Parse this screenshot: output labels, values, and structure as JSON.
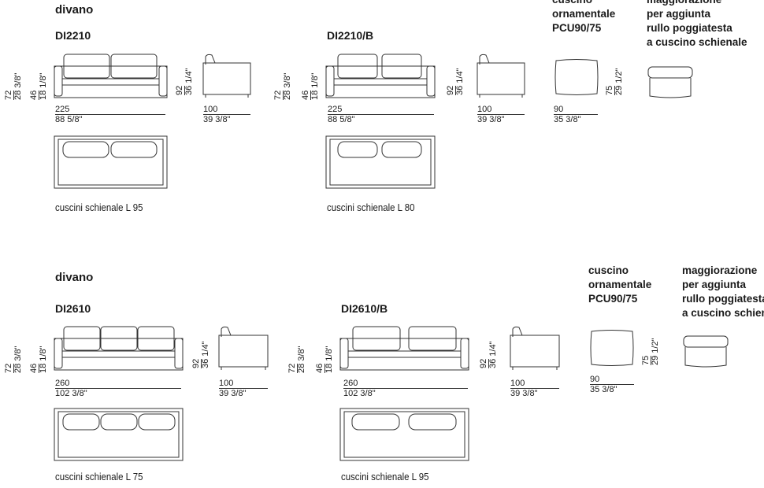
{
  "sections": [
    {
      "heading": "divano",
      "models": [
        {
          "code": "DI2210",
          "front": {
            "h_total_cm": "72",
            "h_total_in": "28 3/8\"",
            "h_seat_cm": "46",
            "h_seat_in": "18 1/8\"",
            "width_cm": "225",
            "width_in": "88 5/8\"",
            "cushions": 2
          },
          "side": {
            "h_cm": "92",
            "h_in": "36 1/4\"",
            "depth_cm": "100",
            "depth_in": "39 3/8\""
          },
          "note": "cuscini schienale L 95"
        },
        {
          "code": "DI2210/B",
          "front": {
            "h_total_cm": "72",
            "h_total_in": "28 3/8\"",
            "h_seat_cm": "46",
            "h_seat_in": "18 1/8\"",
            "width_cm": "225",
            "width_in": "88 5/8\"",
            "cushions": 2
          },
          "side": {
            "h_cm": "92",
            "h_in": "36 1/4\"",
            "depth_cm": "100",
            "depth_in": "39 3/8\""
          },
          "note": "cuscini schienale L 80"
        }
      ],
      "pillow": {
        "title_line1": "cuscino",
        "title_line2": "ornamentale",
        "code": "PCU90/75",
        "h_cm": "75",
        "h_in": "29 1/2\"",
        "w_cm": "90",
        "w_in": "35 3/8\""
      },
      "addon": {
        "line1": "maggiorazione",
        "line2": "per aggiunta",
        "line3": "rullo poggiatesta",
        "line4": "a cuscino schienale"
      }
    },
    {
      "heading": "divano",
      "models": [
        {
          "code": "DI2610",
          "front": {
            "h_total_cm": "72",
            "h_total_in": "28 3/8\"",
            "h_seat_cm": "46",
            "h_seat_in": "18 1/8\"",
            "width_cm": "260",
            "width_in": "102 3/8\"",
            "cushions": 3
          },
          "side": {
            "h_cm": "92",
            "h_in": "36 1/4\"",
            "depth_cm": "100",
            "depth_in": "39 3/8\""
          },
          "note": "cuscini schienale L 75"
        },
        {
          "code": "DI2610/B",
          "front": {
            "h_total_cm": "72",
            "h_total_in": "28 3/8\"",
            "h_seat_cm": "46",
            "h_seat_in": "18 1/8\"",
            "width_cm": "260",
            "width_in": "102 3/8\"",
            "cushions": 2
          },
          "side": {
            "h_cm": "92",
            "h_in": "36 1/4\"",
            "depth_cm": "100",
            "depth_in": "39 3/8\""
          },
          "note": "cuscini schienale L 95"
        }
      ],
      "pillow": {
        "title_line1": "cuscino",
        "title_line2": "ornamentale",
        "code": "PCU90/75",
        "h_cm": "75",
        "h_in": "29 1/2\"",
        "w_cm": "90",
        "w_in": "35 3/8\""
      },
      "addon": {
        "line1": "maggiorazione",
        "line2": "per aggiunta",
        "line3": "rullo poggiatesta",
        "line4": "a cuscino schienale"
      }
    }
  ],
  "colors": {
    "line": "#333333",
    "text": "#1a1a1a"
  }
}
